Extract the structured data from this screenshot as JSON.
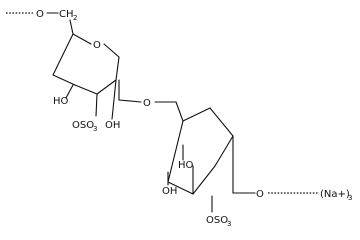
{
  "structure": {
    "labels": {
      "o_top": "O",
      "c_top": "C",
      "h2_top": "H",
      "h2_sub": "2",
      "o_ring1": "O",
      "ho_ring1": "HO",
      "oh_ring1": "OH",
      "oso3_ring1": "OSO",
      "oso3_ring1_sub": "3",
      "o_bridge": "O",
      "ho_ring2": "HO",
      "oh_ring2": "OH",
      "oso3_ring2": "OSO",
      "oso3_ring2_sub": "3",
      "o_end": "O",
      "na": "(Na+)",
      "na_sub": "3"
    }
  }
}
